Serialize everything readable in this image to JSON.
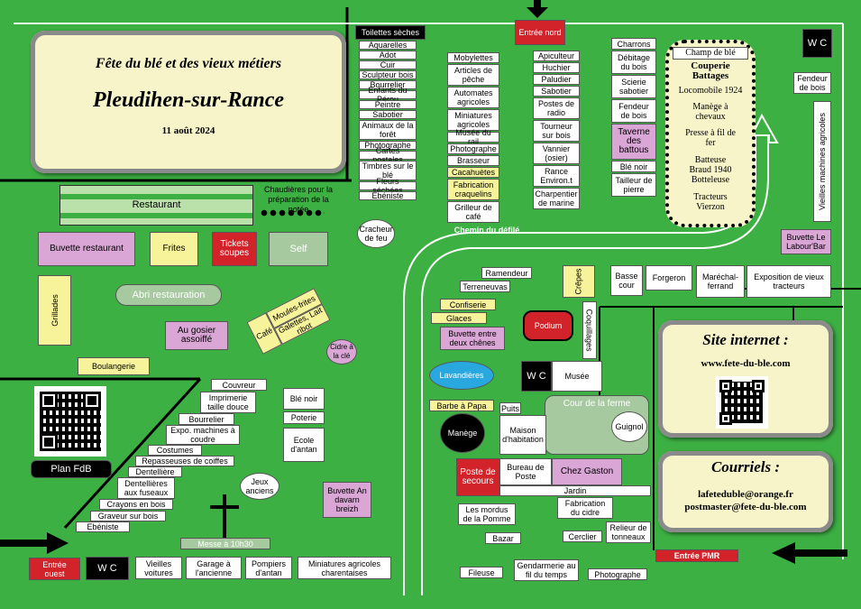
{
  "title": {
    "line1": "Fête du blé et des vieux métiers",
    "line2": "Pleudihen-sur-Rance",
    "date": "11 août 2024"
  },
  "entrances": {
    "north": "Entrée nord",
    "west": "Entrée ouest",
    "pmr": "Entrée PMR"
  },
  "wc": "W C",
  "top_left": {
    "restaurant": "Restaurant",
    "chaudieres": "Chaudières pour la préparation de la potée",
    "buvette_restaurant": "Buvette restaurant",
    "frites": "Frites",
    "tickets": "Tickets soupes",
    "self": "Self",
    "abri": "Abri restauration",
    "grillades": "Grillades",
    "gosier": "Au gosier assoiffé",
    "boulangerie": "Boulangerie",
    "cafe": "Café",
    "moules": "Moules-frites",
    "galettes": "Galettes, Lait ribot",
    "cidre_cle": "Cidre à la clé"
  },
  "col1": [
    "Toilettes sèches",
    "Aquarelles",
    "Adot",
    "Cuir",
    "Sculpteur bois",
    "Bourrelier",
    "Enfants du Pérou",
    "Peintre",
    "Sabotier",
    "Animaux de la forêt",
    "Photographe",
    "Cartes postales",
    "Timbres sur le blé",
    "Fleurs séchées",
    "Ebéniste"
  ],
  "cracheur": "Cracheur de feu",
  "col2": [
    "Mobylettes",
    "Articles de pêche",
    "Automates agricoles",
    "Miniatures agricoles",
    "Musée du rail",
    "Photographe",
    "Brasseur",
    "Cacahuètes",
    "Fabrication craquelins",
    "Grilleur de café"
  ],
  "col3": [
    "Apiculteur",
    "Huchier",
    "Paludier",
    "Sabotier",
    "Postes de radio",
    "Tourneur sur bois",
    "Vannier (osier)",
    "Rance Environ.t",
    "Charpentier de marine"
  ],
  "col4": [
    "Charrons",
    "Débitage du bois",
    "Scierie sabotier",
    "Fendeur de bois",
    "Taverne des battous",
    "Blé noir",
    "Tailleur de pierre"
  ],
  "champ": {
    "title": "Champ de blé",
    "items": [
      "Couperie",
      "Battages",
      "Locomobile 1924",
      "Manège à chevaux",
      "Presse à fil de fer",
      "Batteuse Braud 1940",
      "Botteleuse",
      "Tracteurs Vierzon"
    ]
  },
  "fendeur_right": "Fendeur de bois",
  "vieilles_machines": "Vieilles machines agricoles",
  "buvette_labour": "Buvette Le Labour'Bar",
  "chemin": "Chemin du défilé",
  "middle": {
    "ramendeur": "Ramendeur",
    "terreneuvas": "Terreneuvas",
    "confiserie": "Confiserie",
    "glaces": "Glaces",
    "buvette_chenes": "Buvette entre deux chênes",
    "crepes": "Crêpes",
    "podium": "Podium",
    "coquillages": "Coquillages",
    "lavandieres": "Lavandières",
    "musee": "Musée",
    "barbe": "Barbe à Papa",
    "puits": "Puits",
    "cour": "Cour de la ferme",
    "guignol": "Guignol",
    "manege": "Manège",
    "maison": "Maison d'habitation",
    "poste_secours": "Poste de secours",
    "bureau_poste": "Bureau de Poste",
    "chez_gaston": "Chez Gaston",
    "jardin": "Jardin",
    "fabrication_cidre": "Fabrication du cidre",
    "mordus": "Les mordus de la Pomme",
    "bazar": "Bazar",
    "cerclier": "Cerclier",
    "relieur": "Relieur de tonneaux",
    "fileuse": "Fileuse",
    "gendarmerie": "Gendarmerie au fil du temps",
    "photographe": "Photographe"
  },
  "right_row": [
    "Basse cour",
    "Forgeron",
    "Maréchal-ferrand",
    "Exposition de vieux tracteurs"
  ],
  "site": {
    "title": "Site internet :",
    "url": "www.fete-du-ble.com"
  },
  "courriels": {
    "title": "Courriels :",
    "mail1": "lafeteduble@orange.fr",
    "mail2": "postmaster@fete-du-ble.com"
  },
  "plan": "Plan FdB",
  "diag": [
    "Couvreur",
    "Imprimerie taille douce",
    "Bourrelier",
    "Expo. machines à coudre",
    "Costumes",
    "Repasseuses de coiffes",
    "Dentellière",
    "Dentellières aux fuseaux",
    "Crayons en bois",
    "Graveur sur bois",
    "Ebéniste"
  ],
  "ble_noir": "Blé noir",
  "poterie": "Poterie",
  "ecole": "Ecole d'antan",
  "jeux": "Jeux anciens",
  "buvette_davarn": "Buvette An davarn breizh",
  "messe": "Messe à 10h30",
  "bottom": [
    "Vieilles voitures",
    "Garage à l'ancienne",
    "Pompiers d'antan",
    "Miniatures agricoles charentaises"
  ],
  "colors": {
    "grass": "#3db043",
    "yellow": "#f7f39a",
    "pink": "#d9a6d6",
    "red": "#d2232a",
    "panel": "#f7f4c9"
  }
}
